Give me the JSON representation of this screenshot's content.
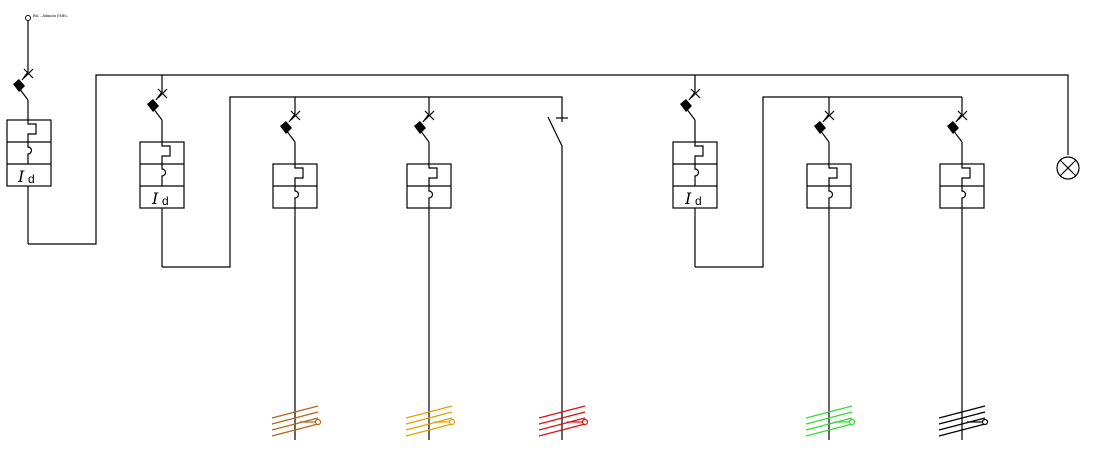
{
  "source": {
    "label": "Bt1 - Allaccio ENEL"
  },
  "rcd": {
    "symbol": "I",
    "subscript": "d"
  },
  "outlet_colors": {
    "brown": "#b5651d",
    "orange": "#e5a100",
    "red": "#e01010",
    "green": "#33dd33",
    "black": "#000000"
  },
  "lamp": {
    "icon": "lamp-cross-icon"
  }
}
